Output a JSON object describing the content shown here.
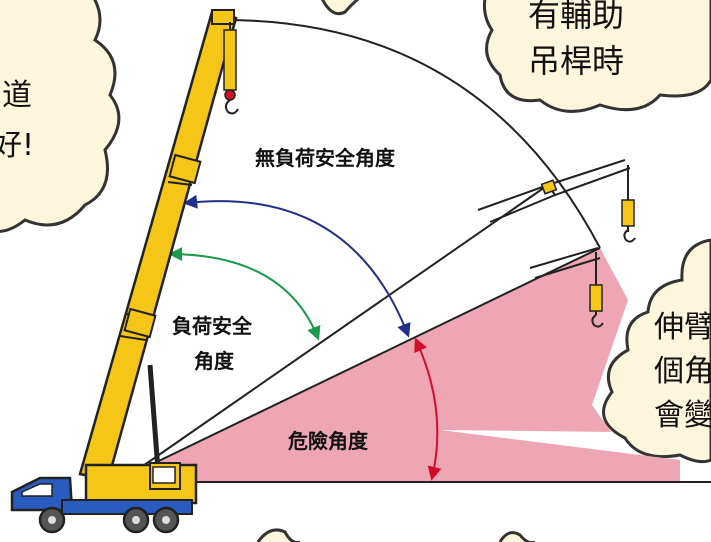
{
  "clouds": {
    "top_left_lines": [
      "道",
      "好!"
    ],
    "top_right_lines": [
      "有輔助",
      "吊桿時"
    ],
    "right_lines": [
      "伸臂",
      "個角",
      "會變"
    ]
  },
  "labels": {
    "no_load_safe_angle": "無負荷安全角度",
    "load_safe_angle_line1": "負荷安全",
    "load_safe_angle_line2": "角度",
    "danger_angle": "危險角度"
  },
  "colors": {
    "danger_zone": "#efa6b4",
    "arrow_blue": "#1f2f8a",
    "arrow_green": "#1a9a4a",
    "arrow_red": "#d0102a",
    "boom_yellow": "#f5c518",
    "truck_blue": "#2a5bbf",
    "cloud_fill": "#fdf6dc"
  },
  "icons": [
    "crane-truck-icon",
    "hook-icon"
  ]
}
